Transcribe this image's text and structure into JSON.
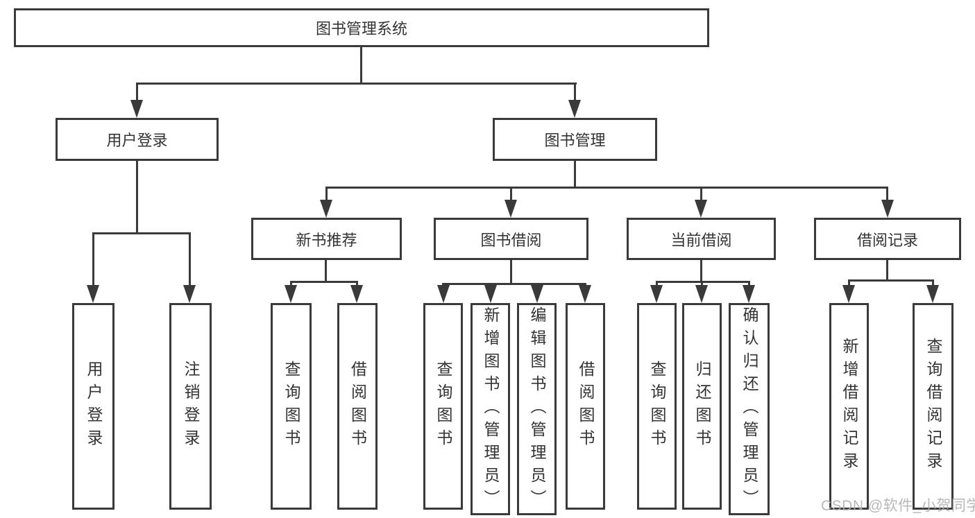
{
  "diagram": {
    "title": "图书管理系统",
    "level2": [
      {
        "label": "用户登录"
      },
      {
        "label": "图书管理"
      }
    ],
    "level3": [
      {
        "label": "新书推荐",
        "parent": "图书管理"
      },
      {
        "label": "图书借阅",
        "parent": "图书管理"
      },
      {
        "label": "当前借阅",
        "parent": "图书管理"
      },
      {
        "label": "借阅记录",
        "parent": "图书管理"
      }
    ],
    "leaves": [
      {
        "label": "用户登录",
        "parent": "用户登录"
      },
      {
        "label": "注销登录",
        "parent": "用户登录"
      },
      {
        "label": "查询图书",
        "parent": "新书推荐"
      },
      {
        "label": "借阅图书",
        "parent": "新书推荐"
      },
      {
        "label": "查询图书",
        "parent": "图书借阅"
      },
      {
        "label": "新增图书（管理员）",
        "parent": "图书借阅"
      },
      {
        "label": "编辑图书（管理员）",
        "parent": "图书借阅"
      },
      {
        "label": "借阅图书",
        "parent": "图书借阅"
      },
      {
        "label": "查询图书",
        "parent": "当前借阅"
      },
      {
        "label": "归还图书",
        "parent": "当前借阅"
      },
      {
        "label": "确认归还（管理员）",
        "parent": "当前借阅"
      },
      {
        "label": "新增借阅记录",
        "parent": "借阅记录"
      },
      {
        "label": "查询借阅记录",
        "parent": "借阅记录"
      }
    ]
  },
  "watermark": "CSDN @软件_小贺同学",
  "colors": {
    "line": "#3a3a3a",
    "text": "#333333",
    "background": "#ffffff",
    "watermark": "#b0b0b0"
  }
}
